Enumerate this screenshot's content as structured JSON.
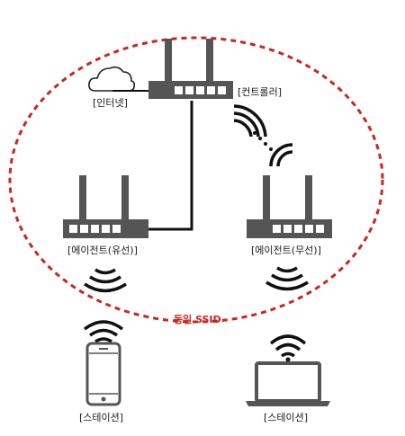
{
  "labels": {
    "internet": "[인터넷]",
    "controller": "[컨트롤러]",
    "agent_wired": "[에이전트(유선)]",
    "agent_wireless": "[에이전트(무선)]",
    "ssid": "동일 SSID",
    "station_phone": "[스테이션]",
    "station_laptop": "[스테이션]"
  },
  "colors": {
    "ssid_border": "#c8281e",
    "device": "#555555",
    "line": "#111111"
  },
  "icons": [
    "cloud-icon",
    "router-icon",
    "wifi-icon",
    "smartphone-icon",
    "laptop-icon"
  ]
}
